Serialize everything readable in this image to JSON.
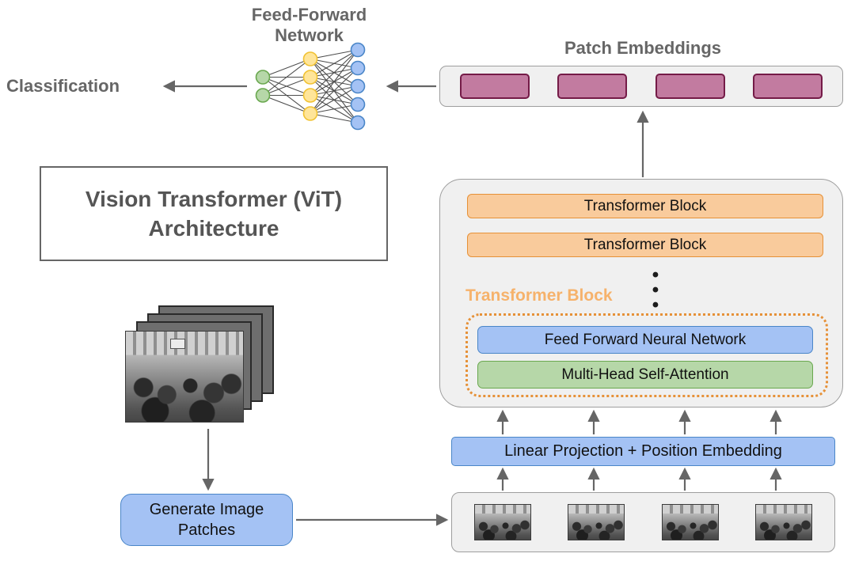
{
  "colors": {
    "heading_text": "#666666",
    "title_text": "#555555",
    "block_text": "#111111",
    "arrow": "#666666",
    "orange_fill": "#f9cb9c",
    "orange_border": "#e69138",
    "orange_label": "#f6b26b",
    "blue_fill": "#a4c2f4",
    "blue_border": "#4a86c8",
    "green_fill": "#b6d7a8",
    "green_border": "#6aa84f",
    "yellow_fill": "#ffe599",
    "yellow_border": "#f1c232",
    "pink_fill": "#c27ba0",
    "pink_border": "#741b47",
    "container_fill": "#f0f0f0",
    "container_border": "#9e9e9e"
  },
  "labels": {
    "title": "Vision Transformer (ViT) Architecture",
    "classification": "Classification",
    "feed_forward_network": "Feed-Forward Network",
    "patch_embeddings": "Patch Embeddings",
    "transformer_block_1": "Transformer Block",
    "transformer_block_2": "Transformer Block",
    "transformer_block_callout": "Transformer Block",
    "dot": "•",
    "feed_forward_neural_network": "Feed Forward Neural Network",
    "multi_head_self_attention": "Multi-Head Self-Attention",
    "linear_projection": "Linear Projection + Position Embedding",
    "generate_image_patches": "Generate Image Patches"
  },
  "ffn_diagram": {
    "layers": [
      2,
      4,
      5
    ]
  },
  "patch_embeddings": {
    "count": 4
  },
  "image_patches": {
    "count": 4
  }
}
